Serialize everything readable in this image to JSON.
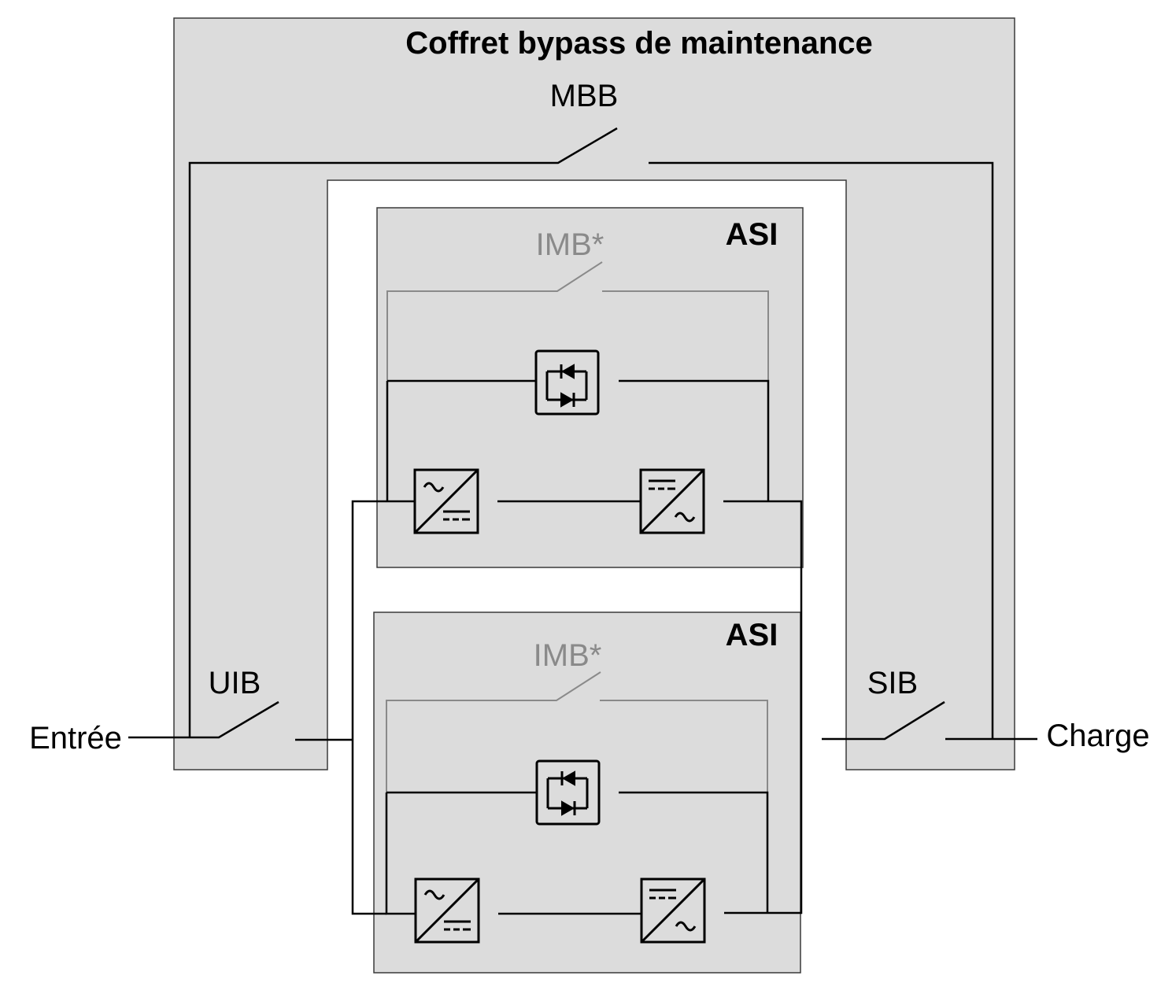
{
  "cabinet": {
    "title": "Coffret bypass de maintenance",
    "mbb_label": "MBB",
    "uib_label": "UIB",
    "sib_label": "SIB"
  },
  "terminals": {
    "input_label": "Entrée",
    "output_label": "Charge"
  },
  "ups_units": [
    {
      "title": "ASI",
      "imb_label": "IMB*"
    },
    {
      "title": "ASI",
      "imb_label": "IMB*"
    }
  ],
  "colors": {
    "box_fill": "#dcdcdc",
    "wire": "#000000",
    "optional_wire": "#8a8a8a",
    "optional_label": "#8a8a8a"
  },
  "icons": {
    "static_switch": "thyristor-static-switch-icon",
    "rectifier": "ac-dc-rectifier-icon",
    "inverter": "dc-ac-inverter-icon"
  }
}
